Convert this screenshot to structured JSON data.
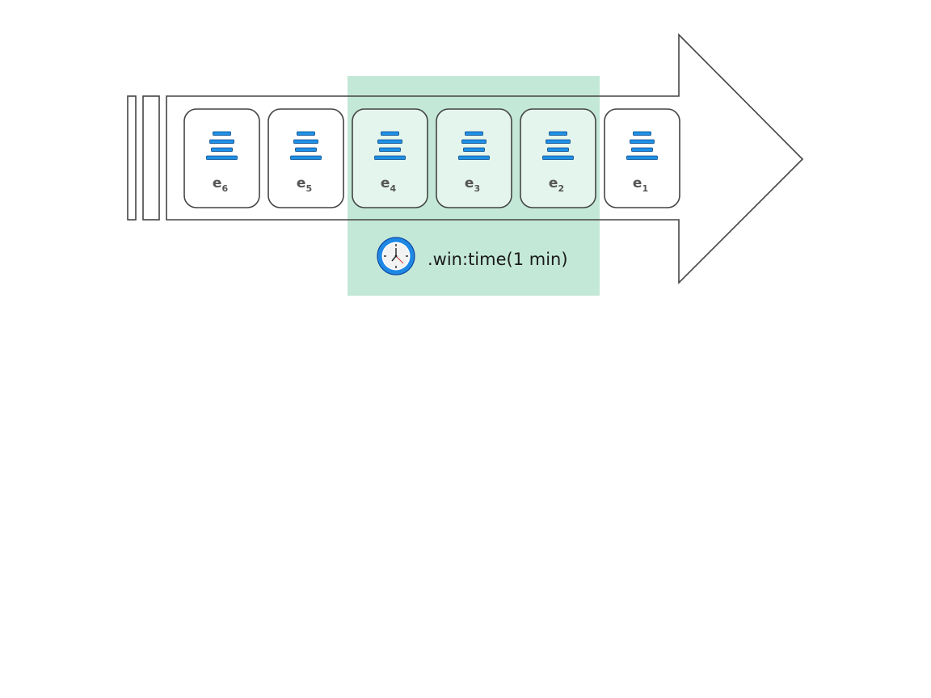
{
  "colors": {
    "window_fill": "#c3e8d8",
    "outline": "#444444",
    "bar_fill": "#1e90e8",
    "bar_stroke": "#0d4a82",
    "event_text": "#555555",
    "clock_ring": "#1e88e5"
  },
  "stream": {
    "events": [
      {
        "letter": "e",
        "index": "6"
      },
      {
        "letter": "e",
        "index": "5"
      },
      {
        "letter": "e",
        "index": "4"
      },
      {
        "letter": "e",
        "index": "3"
      },
      {
        "letter": "e",
        "index": "2"
      },
      {
        "letter": "e",
        "index": "1"
      }
    ],
    "event_icon": "document-lines-icon",
    "window_icon": "clock-icon",
    "window_label": ".win:time(1 min)"
  }
}
